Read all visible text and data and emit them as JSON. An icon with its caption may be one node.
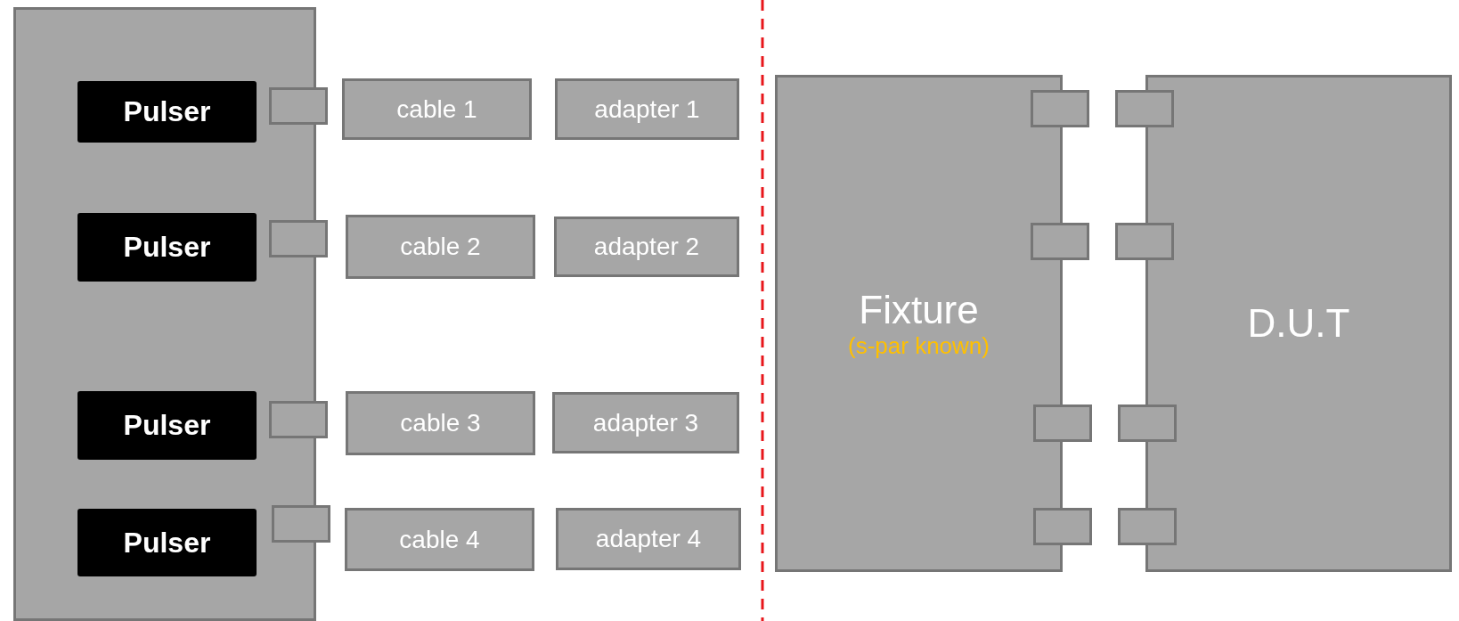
{
  "diagram": {
    "nodes": [
      {
        "text": [],
        "shape": "box"
      },
      {
        "text": [
          "Pulser"
        ],
        "in": 0
      },
      {
        "text": [
          "cable 1"
        ]
      },
      {
        "text": [
          "adapter 1"
        ]
      },
      {
        "text": [
          "Pulser"
        ],
        "in": 0
      },
      {
        "text": [
          "cable 2"
        ]
      },
      {
        "text": [
          "adapter 2"
        ]
      },
      {
        "text": [
          "Pulser"
        ],
        "in": 0
      },
      {
        "text": [
          "cable 3"
        ]
      },
      {
        "text": [
          "adapter 3"
        ]
      },
      {
        "text": [
          "Pulser"
        ],
        "in": 0
      },
      {
        "text": [
          "cable 4"
        ]
      },
      {
        "text": [
          "adapter 4"
        ]
      },
      {
        "text": [
          "Fixture",
          "(s-par known)"
        ]
      },
      {
        "text": [
          "D.U.T"
        ]
      }
    ]
  }
}
